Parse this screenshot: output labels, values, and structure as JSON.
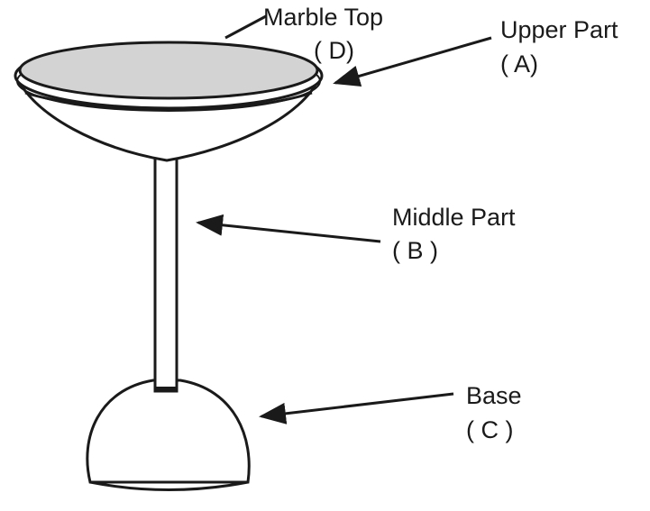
{
  "colors": {
    "outline": "#1a1a1a",
    "marble_top": "#d3d3d3",
    "background": "#ffffff"
  },
  "labels": {
    "marble_top": {
      "name": "Marble Top",
      "code": "( D)"
    },
    "upper_part": {
      "name": "Upper Part",
      "code": "( A)"
    },
    "middle_part": {
      "name": "Middle Part",
      "code": "( B )"
    },
    "base": {
      "name": "Base",
      "code": "( C )"
    }
  }
}
